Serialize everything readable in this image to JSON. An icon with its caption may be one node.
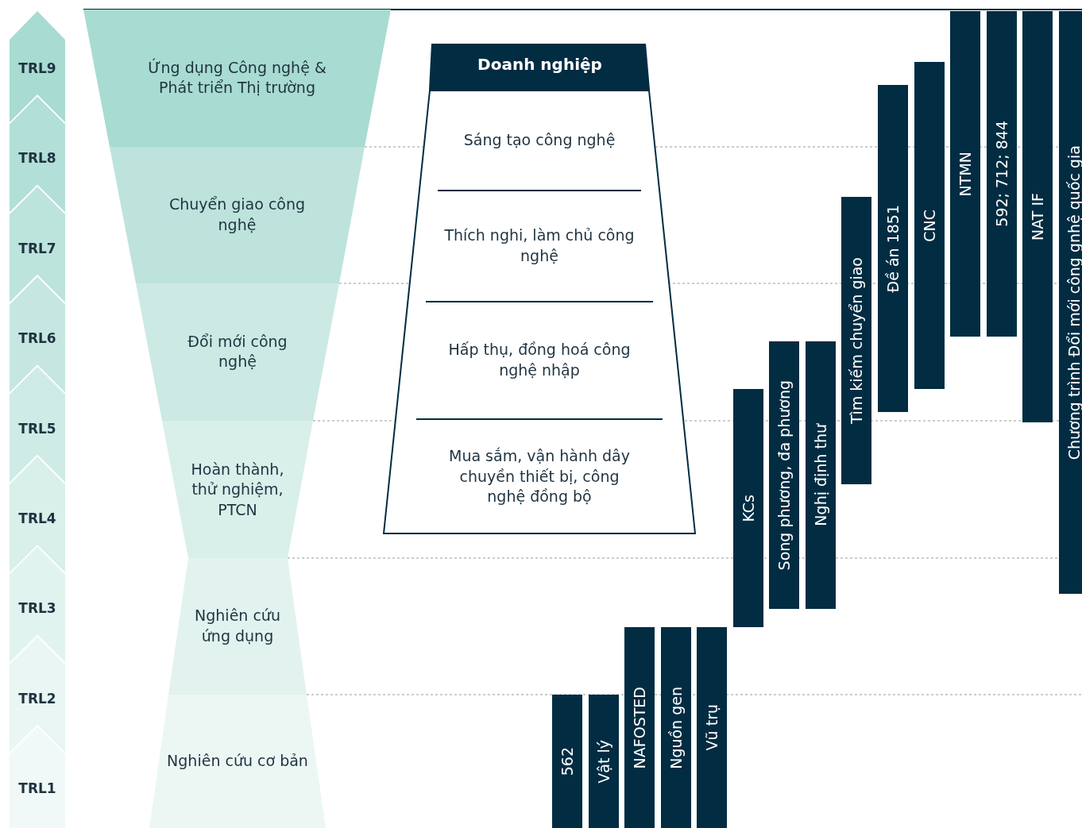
{
  "diagram": {
    "nodes": [
      {
        "text": [
          "Ứng dụng Công nghệ & Phát triển Thị trường"
        ]
      },
      {
        "text": [
          "Chuyển giao công nghệ"
        ]
      },
      {
        "text": [
          "Đổi mới công nghệ"
        ]
      },
      {
        "text": [
          "Hoàn thành, thử nghiệm, PTCN"
        ]
      },
      {
        "text": [
          "Nghiên cứu ứng dụng"
        ]
      },
      {
        "text": [
          "Nghiên cứu cơ bản"
        ]
      },
      {
        "text": [
          "Doanh nghiệp"
        ]
      },
      {
        "text": [
          "Sáng tạo công nghệ"
        ],
        "in": 6
      },
      {
        "text": [
          "Thích nghi, làm chủ công nghệ"
        ],
        "in": 6
      },
      {
        "text": [
          "Hấp thụ, đồng hoá công nghệ nhập"
        ],
        "in": 6
      },
      {
        "text": [
          "Mua sắm, vận hành dây chuyền thiết bị, công nghệ đồng bộ"
        ],
        "in": 6
      },
      {
        "text": [
          "NTMN"
        ]
      },
      {
        "text": [
          "592; 712; 844"
        ]
      },
      {
        "text": [
          "NAT IF"
        ]
      },
      {
        "text": [
          "Chương trình Đổi mới công gnhệ quốc gia"
        ]
      },
      {
        "text": [
          "CNC"
        ]
      },
      {
        "text": [
          "Đề án 1851"
        ]
      },
      {
        "text": [
          "Tìm kiếm chuyển giao"
        ]
      },
      {
        "text": [
          "Song phương, đa phương"
        ]
      },
      {
        "text": [
          "Nghị định thư"
        ]
      },
      {
        "text": [
          "KCs"
        ]
      },
      {
        "text": [
          "NAFOSTED"
        ]
      },
      {
        "text": [
          "Nguồn gen"
        ]
      },
      {
        "text": [
          "Vũ trụ"
        ]
      },
      {
        "text": [
          "562"
        ]
      },
      {
        "text": [
          "Vật lý"
        ]
      }
    ],
    "labels": [
      "TRL9",
      "TRL8",
      "TRL7",
      "TRL6",
      "TRL5",
      "TRL4",
      "TRL3",
      "TRL2",
      "TRL1"
    ]
  }
}
